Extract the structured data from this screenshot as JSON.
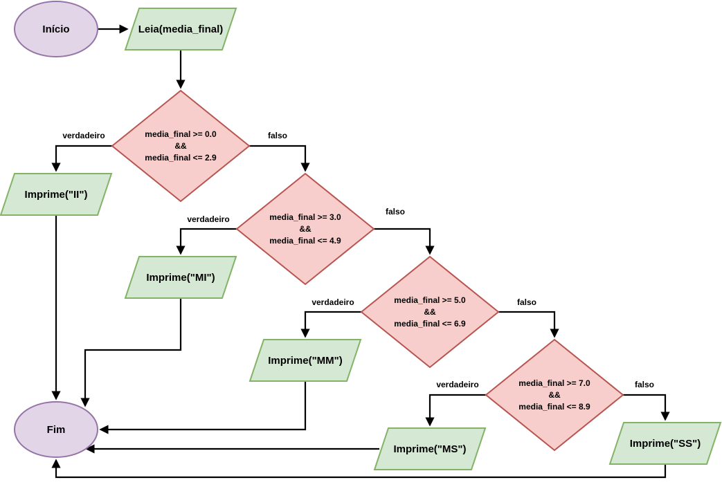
{
  "colors": {
    "terminal_fill": "#e1d5e7",
    "terminal_stroke": "#9673a6",
    "io_fill": "#d5e8d4",
    "io_stroke": "#82b366",
    "decision_fill": "#f8cecc",
    "decision_stroke": "#b85450",
    "edge": "#000000"
  },
  "nodes": {
    "start": {
      "label": "Início"
    },
    "end": {
      "label": "Fim"
    },
    "read": {
      "label": "Leia(media_final)"
    },
    "cond1": {
      "line1": "media_final >= 0.0",
      "line2": "&&",
      "line3": "media_final <= 2.9"
    },
    "cond2": {
      "line1": "media_final >= 3.0",
      "line2": "&&",
      "line3": "media_final <= 4.9"
    },
    "cond3": {
      "line1": "media_final >= 5.0",
      "line2": "&&",
      "line3": "media_final <= 6.9"
    },
    "cond4": {
      "line1": "media_final >= 7.0",
      "line2": "&&",
      "line3": "media_final <= 8.9"
    },
    "out_ii": {
      "label": "Imprime(\"II\")"
    },
    "out_mi": {
      "label": "Imprime(\"MI\")"
    },
    "out_mm": {
      "label": "Imprime(\"MM\")"
    },
    "out_ms": {
      "label": "Imprime(\"MS\")"
    },
    "out_ss": {
      "label": "Imprime(\"SS\")"
    }
  },
  "edges": {
    "true_label": "verdadeiro",
    "false_label": "falso"
  }
}
